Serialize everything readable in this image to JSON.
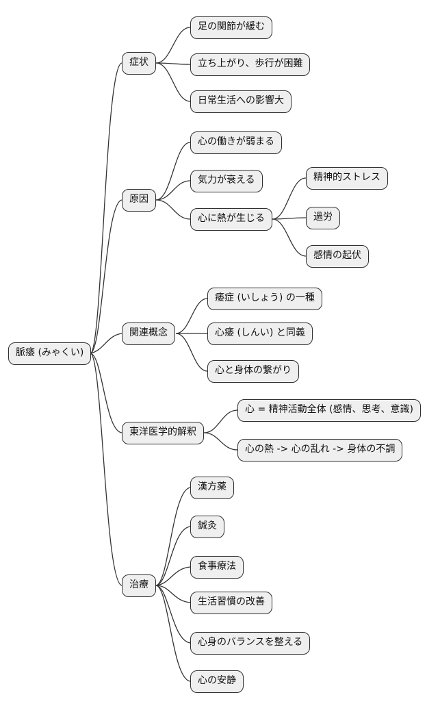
{
  "diagram": {
    "type": "mindmap",
    "colors": {
      "background": "#ffffff",
      "node_fill": "#efefef",
      "node_border": "#2f2f2f",
      "edge": "#333333",
      "text": "#111111"
    },
    "root": {
      "label": "脈痿 (みゃくい)"
    },
    "branches": [
      {
        "label": "症状",
        "children": [
          {
            "label": "足の関節が緩む"
          },
          {
            "label": "立ち上がり、歩行が困難"
          },
          {
            "label": "日常生活への影響大"
          }
        ]
      },
      {
        "label": "原因",
        "children": [
          {
            "label": "心の働きが弱まる"
          },
          {
            "label": "気力が衰える"
          },
          {
            "label": "心に熱が生じる",
            "children": [
              {
                "label": "精神的ストレス"
              },
              {
                "label": "過労"
              },
              {
                "label": "感情の起伏"
              }
            ]
          }
        ]
      },
      {
        "label": "関連概念",
        "children": [
          {
            "label": "痿症 (いしょう) の一種"
          },
          {
            "label": "心痿 (しんい) と同義"
          },
          {
            "label": "心と身体の繋がり"
          }
        ]
      },
      {
        "label": "東洋医学的解釈",
        "children": [
          {
            "label": "心 = 精神活動全体 (感情、思考、意識)"
          },
          {
            "label": "心の熱 -> 心の乱れ -> 身体の不調"
          }
        ]
      },
      {
        "label": "治療",
        "children": [
          {
            "label": "漢方薬"
          },
          {
            "label": "鍼灸"
          },
          {
            "label": "食事療法"
          },
          {
            "label": "生活習慣の改善"
          },
          {
            "label": "心身のバランスを整える"
          },
          {
            "label": "心の安静"
          }
        ]
      }
    ]
  }
}
